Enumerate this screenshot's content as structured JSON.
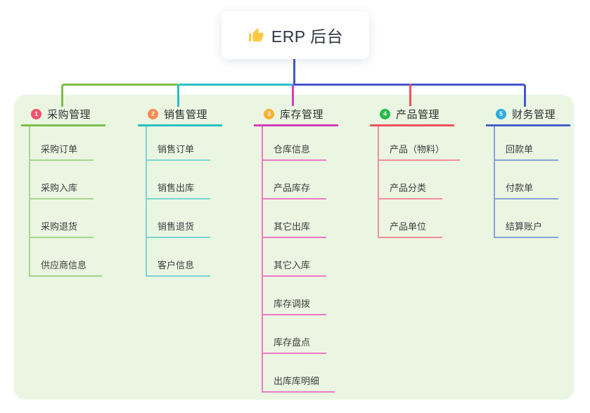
{
  "root": {
    "title": "ERP 后台",
    "icon": "thumbs-up-icon",
    "icon_color": "#FFC83D",
    "connector_color": "#4556CE"
  },
  "panel": {
    "background": "#EAF6E2"
  },
  "connectors": {
    "bus_left_color": "#7CBE4B",
    "bus_mid_color": "#29C0C6",
    "bus_right_color": "#4556CE",
    "drop3_color": "#D83CB8",
    "drop4_color": "#F0515F"
  },
  "branches": [
    {
      "number": "1",
      "title": "采购管理",
      "badge_color": "#F4516C",
      "line_color": "#7CBE4B",
      "soft_line_color": "#A9D48C",
      "children": [
        "采购订单",
        "采购入库",
        "采购退货",
        "供应商信息"
      ]
    },
    {
      "number": "2",
      "title": "销售管理",
      "badge_color": "#FB8B4D",
      "line_color": "#29C0C6",
      "soft_line_color": "#7BD6D2",
      "children": [
        "销售订单",
        "销售出库",
        "销售退货",
        "客户信息"
      ]
    },
    {
      "number": "3",
      "title": "库存管理",
      "badge_color": "#FFAF2E",
      "line_color": "#D83CB8",
      "soft_line_color": "#EE79C6",
      "children": [
        "仓库信息",
        "产品库存",
        "其它出库",
        "其它入库",
        "库存调拨",
        "库存盘点",
        "出库库明细"
      ]
    },
    {
      "number": "4",
      "title": "产品管理",
      "badge_color": "#27B94C",
      "line_color": "#F0515F",
      "soft_line_color": "#F58E96",
      "children": [
        "产品（物料）",
        "产品分类",
        "产品单位"
      ]
    },
    {
      "number": "5",
      "title": "财务管理",
      "badge_color": "#2BAAE2",
      "line_color": "#4461C6",
      "soft_line_color": "#8AA0DA",
      "children": [
        "回款单",
        "付款单",
        "结算账户"
      ]
    }
  ]
}
